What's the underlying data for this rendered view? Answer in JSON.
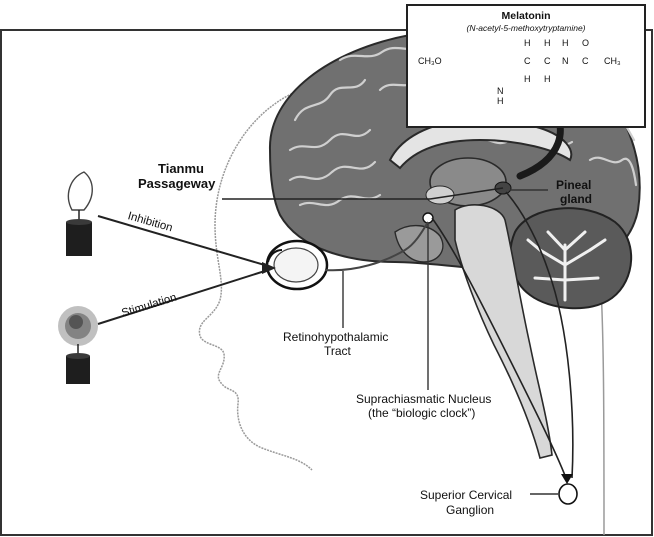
{
  "melatonin": {
    "title": "Melatonin",
    "subtitle": "(N-acetyl-5-methoxytryptamine)",
    "formula_left": "CH₃O",
    "formula_right": "CH₃",
    "atoms": {
      "n_ring": "N",
      "h_ring": "H",
      "n_amide": "N",
      "o_amide": "O",
      "c": "C",
      "h": "H"
    }
  },
  "labels": {
    "tianmu_line1": "Tianmu",
    "tianmu_line2": "Passageway",
    "inhibition": "Inhibition",
    "stimulation": "Stimulation",
    "pineal_line1": "Pineal",
    "pineal_line2": "gland",
    "rht_line1": "Retinohypothalamic",
    "rht_line2": "Tract",
    "scn_line1": "Suprachiasmatic Nucleus",
    "scn_line2": "(the “biologic clock”)",
    "scg_line1": "Superior Cervical",
    "scg_line2": "Ganglion"
  },
  "colors": {
    "background": "#ffffff",
    "ink": "#1a1a1a",
    "brain_gray": "#6e6e6e",
    "brain_dark": "#3a3a3a",
    "brain_light": "#b5b5b5",
    "face_line": "#9a9a9a"
  }
}
